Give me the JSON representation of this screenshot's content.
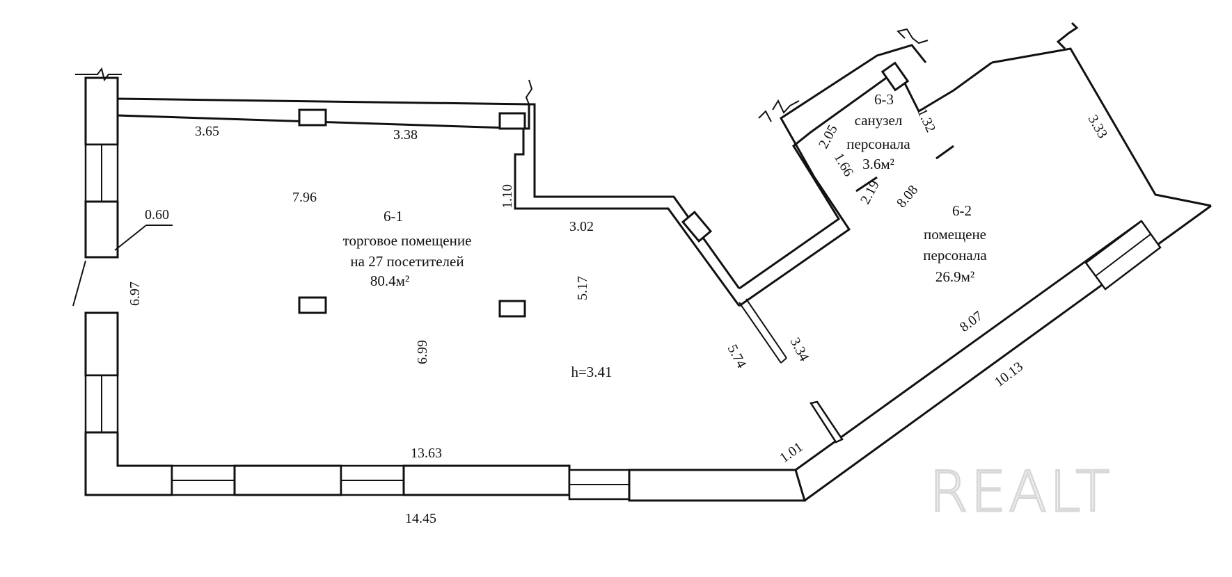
{
  "rooms": [
    {
      "id": "6-1",
      "name": "торговое помещение",
      "note": "на 27 посетителей",
      "area": "80.4м²"
    },
    {
      "id": "6-2",
      "name": "помещене",
      "note": "персонала",
      "area": "26.9м²"
    },
    {
      "id": "6-3",
      "name": "санузел",
      "note": "персонала",
      "area": "3.6м²"
    }
  ],
  "ceiling_height": "h=3.41",
  "dimensions": {
    "top_left": "3.65",
    "top_right": "3.38",
    "room_width": "7.96",
    "left_pier": "0.60",
    "left_wall": "6.97",
    "notch_height": "1.10",
    "notch_width": "3.02",
    "inner_height": "5.17",
    "room_depth": "6.99",
    "bottom_inner": "13.63",
    "bottom_outer": "14.45",
    "diagonal_inner": "5.74",
    "partition": "3.34",
    "door": "1.01",
    "staff_room_diag": "8.07",
    "outer_diag": "10.13",
    "staff_room_width": "8.08",
    "staff_room_side": "3.33",
    "wc_top": "1.32",
    "wc_left": "2.05",
    "wc_mid": "1.66",
    "wc_bottom": "2.19"
  },
  "watermark": "REALT"
}
